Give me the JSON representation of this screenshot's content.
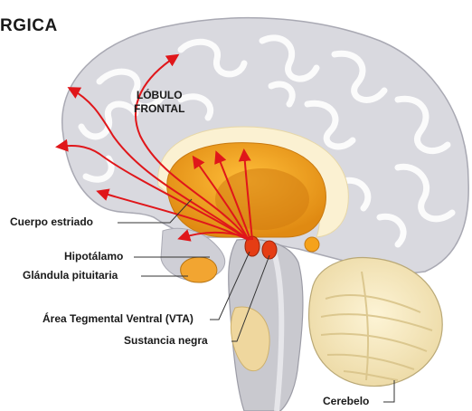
{
  "title": "RGICA",
  "labels": {
    "frontal_lobe_line1": "LÓBULO",
    "frontal_lobe_line2": "FRONTAL",
    "striatum": "Cuerpo estriado",
    "hypothalamus": "Hipotálamo",
    "pituitary": "Glándula pituitaria",
    "vta": "Área Tegmental Ventral (VTA)",
    "substantia_nigra": "Sustancia negra",
    "cerebellum": "Cerebelo"
  },
  "colors": {
    "brain_fill": "#d9d9df",
    "brain_light": "#ebebef",
    "gyri_stroke": "#ffffff",
    "striatum": "#f5a21b",
    "striatum_dark": "#d27c10",
    "corpus_callosum": "#fbf1d2",
    "pathway_arrow": "#e0161a",
    "nucleus": "#e53d14",
    "cerebellum": "#f8ebc2",
    "brainstem": "#c9c9cf"
  }
}
